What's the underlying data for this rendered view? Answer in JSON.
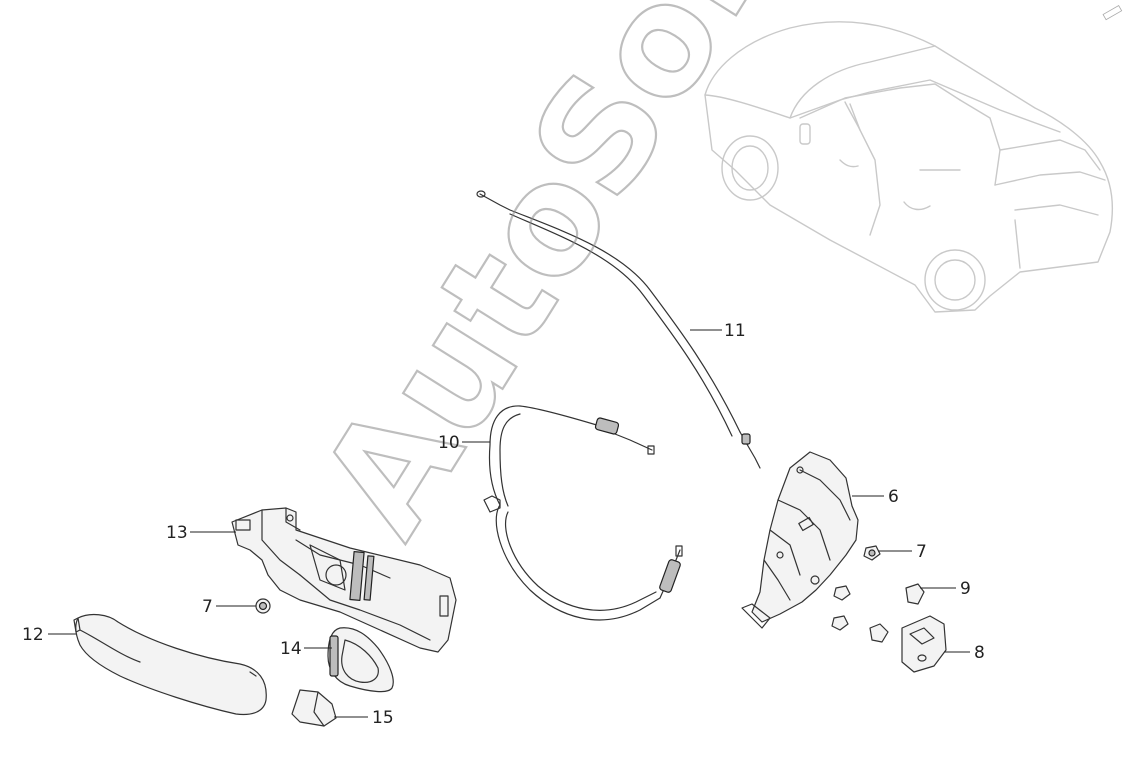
{
  "diagram": {
    "watermark_text": "AutoSoft",
    "callouts": [
      {
        "id": "callout-6",
        "label": "6"
      },
      {
        "id": "callout-7a",
        "label": "7"
      },
      {
        "id": "callout-7b",
        "label": "7"
      },
      {
        "id": "callout-8",
        "label": "8"
      },
      {
        "id": "callout-9",
        "label": "9"
      },
      {
        "id": "callout-10",
        "label": "10"
      },
      {
        "id": "callout-11",
        "label": "11"
      },
      {
        "id": "callout-12",
        "label": "12"
      },
      {
        "id": "callout-13",
        "label": "13"
      },
      {
        "id": "callout-14",
        "label": "14"
      },
      {
        "id": "callout-15",
        "label": "15"
      }
    ]
  }
}
